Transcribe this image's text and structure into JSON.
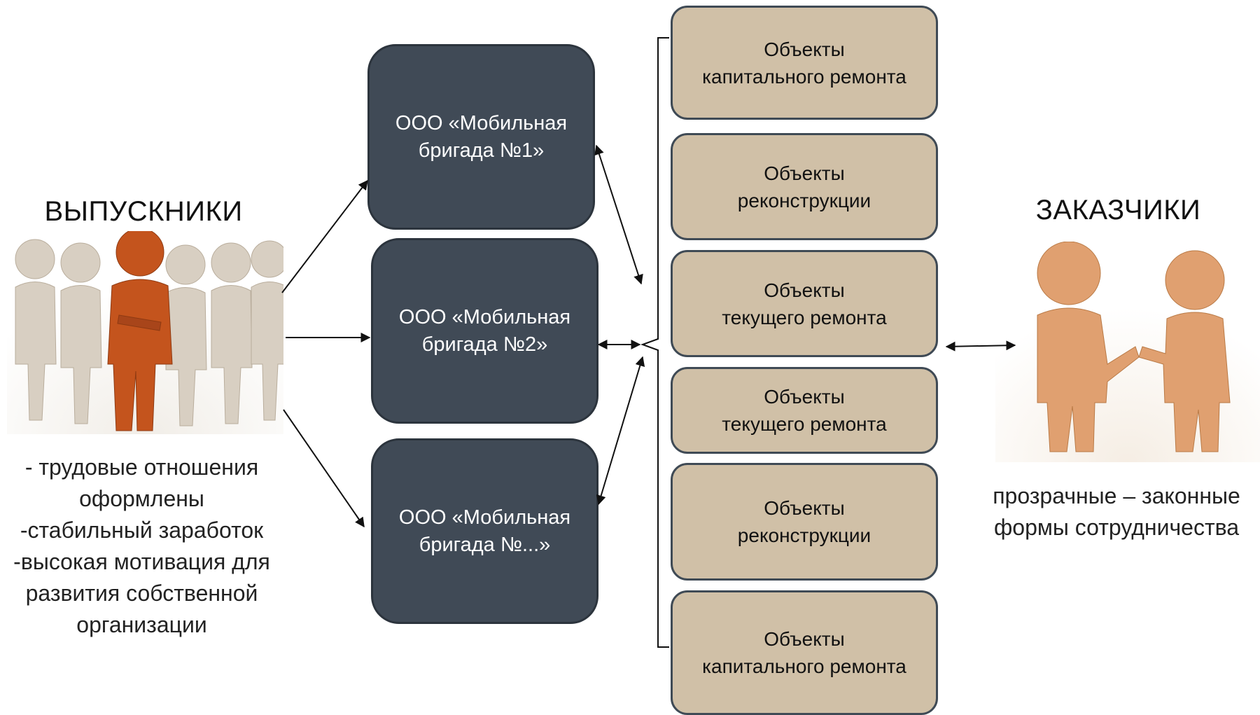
{
  "left": {
    "title": "ВЫПУСКНИКИ",
    "benefits": "- трудовые отношения\nоформлены\n-стабильный заработок\n-высокая мотивация для\nразвития собственной\nорганизации"
  },
  "brigades": [
    "ООО «Мобильная\nбригада №1»",
    "ООО «Мобильная\nбригада №2»",
    "ООО «Мобильная\nбригада №...»"
  ],
  "objects": [
    "Объекты\nкапитального ремонта",
    "Объекты\nреконструкции",
    "Объекты\nтекущего ремонта",
    "Объекты\nтекущего ремонта",
    "Объекты\nреконструкции",
    "Объекты\nкапитального ремонта"
  ],
  "right": {
    "title": "ЗАКАЗЧИКИ",
    "caption": "прозрачные – законные\nформы сотрудничества"
  },
  "colors": {
    "brigade_fill": "#404a56",
    "object_fill": "#d0c0a7",
    "leader_figure": "#c4541d",
    "figures": "#d9cfc0",
    "client_figures": "#e0a070"
  }
}
